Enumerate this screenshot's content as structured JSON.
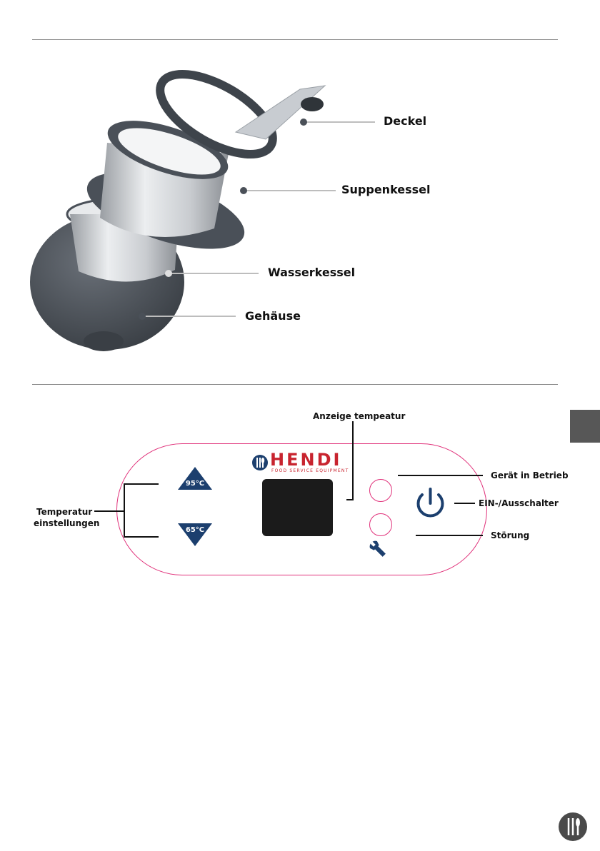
{
  "top_diagram": {
    "labels": {
      "lid": "Deckel",
      "soup_kettle": "Suppenkessel",
      "water_kettle": "Wasserkessel",
      "housing": "Gehäuse"
    }
  },
  "control_panel": {
    "display_label": "Anzeige tempeatur",
    "temp_setting_label_1": "Temperatur",
    "temp_setting_label_2": "einstellungen",
    "temp_up": "95°C",
    "temp_down": "65°C",
    "in_operation": "Gerät in Betrieb",
    "on_off": "EIN-/Ausschalter",
    "fault": "Störung",
    "brand_name": "HENDI",
    "brand_tagline": "FOOD SERVICE EQUIPMENT"
  },
  "icons": [
    "power-icon",
    "wrench-icon",
    "cutlery-icon"
  ],
  "colors": {
    "panel_border": "#e0317a",
    "button_blue": "#1c3f6e",
    "brand_red": "#c8242f",
    "side_tab": "#575757"
  }
}
